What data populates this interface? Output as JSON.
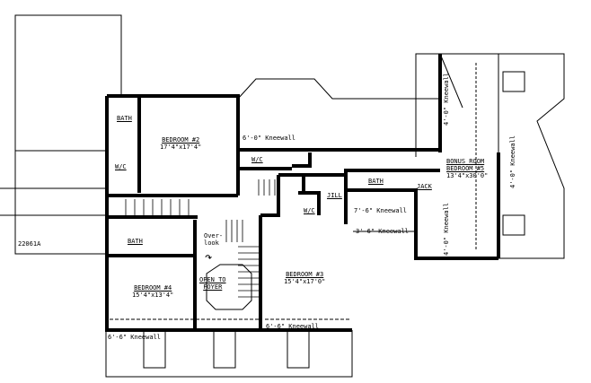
{
  "plan_id": "22061A",
  "rooms": {
    "bedroom2": {
      "name": "BEDROOM #2",
      "size": "17'4\"x17'4\""
    },
    "bedroom3": {
      "name": "BEDROOM #3",
      "size": "15'4\"x17'0\""
    },
    "bedroom4": {
      "name": "BEDROOM #4",
      "size": "15'4\"x13'4\""
    },
    "bonus": {
      "name1": "BONUS ROOM",
      "name2": "BEDROOM #5",
      "size": "13'4\"x30'0\""
    },
    "bath_a": "BATH",
    "bath_b": "BATH",
    "bath_c": "BATH",
    "wic_a": "W/C",
    "wic_b": "W/C",
    "wic_c": "W/C",
    "jill": "JILL",
    "jack": "JACK",
    "overlook1": "Over-",
    "overlook2": "look",
    "open1": "OPEN TO",
    "open2": "FOYER"
  },
  "kneewalls": {
    "k1": "6'-0\" Kneewall",
    "k2": "7'-6\" Kneewall",
    "k3": "3'-6\" Kneewall",
    "k4": "6'-6\" Kneewall",
    "k5": "6'-6\" Kneewall",
    "k6": "4'-0\" Kneewall",
    "k7": "4'-0\" Kneewall",
    "k8": "4'-0\" Kneewall"
  }
}
